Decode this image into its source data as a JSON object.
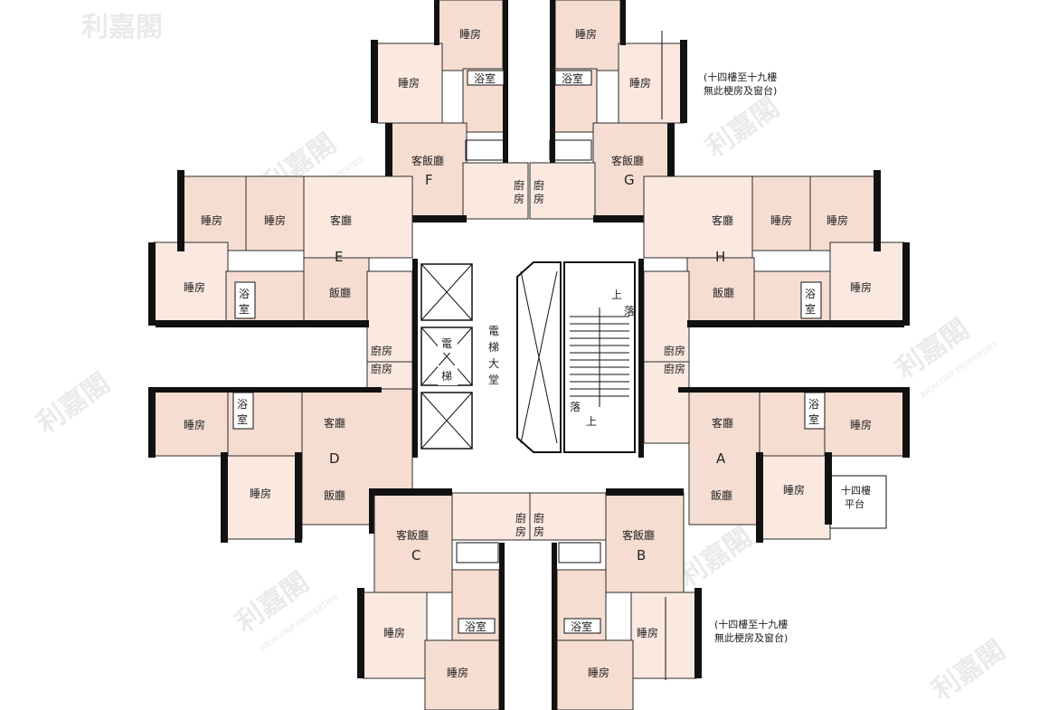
{
  "watermark": {
    "brand": "利嘉閣",
    "sub": "RICACORP PROPERTIES"
  },
  "units": {
    "A": {
      "letter": "A",
      "rooms": [
        "客廳",
        "飯廳",
        "廚房",
        "浴室",
        "睡房",
        "睡房"
      ]
    },
    "B": {
      "letter": "B",
      "rooms": [
        "客飯廳",
        "廚房",
        "浴室",
        "睡房",
        "睡房"
      ]
    },
    "C": {
      "letter": "C",
      "rooms": [
        "客飯廳",
        "廚房",
        "浴室",
        "睡房",
        "睡房"
      ]
    },
    "D": {
      "letter": "D",
      "rooms": [
        "客廳",
        "飯廳",
        "廚房",
        "浴室",
        "睡房",
        "睡房"
      ]
    },
    "E": {
      "letter": "E",
      "rooms": [
        "客廳",
        "飯廳",
        "廚房",
        "浴室",
        "睡房",
        "睡房",
        "睡房"
      ]
    },
    "F": {
      "letter": "F",
      "rooms": [
        "客飯廳",
        "廚房",
        "浴室",
        "睡房",
        "睡房"
      ]
    },
    "G": {
      "letter": "G",
      "rooms": [
        "客飯廳",
        "廚房",
        "浴室",
        "睡房",
        "睡房"
      ]
    },
    "H": {
      "letter": "H",
      "rooms": [
        "客廳",
        "飯廳",
        "廚房",
        "浴室",
        "睡房",
        "睡房",
        "睡房"
      ]
    }
  },
  "labels": {
    "bedroom": "睡房",
    "bathroom": "浴室",
    "bath_top": "浴",
    "bath_bot": "室",
    "living_dining": "客飯廳",
    "living": "客廳",
    "dining": "飯廳",
    "kitchen": "廚房",
    "kitchen_top": "廚",
    "kitchen_bot": "房",
    "up": "上",
    "down": "落"
  },
  "core": {
    "lift_chars": [
      "電",
      "梯"
    ],
    "lobby_chars": [
      "電",
      "梯",
      "大",
      "堂"
    ]
  },
  "notes": {
    "note_top": [
      "(十四樓至十九樓",
      "無此梗房及窗台)"
    ],
    "note_bottom": [
      "(十四樓至十九樓",
      "無此梗房及窗台)"
    ],
    "terrace": [
      "十四樓",
      "平台"
    ]
  },
  "colors": {
    "room": "#f6ddd2",
    "room_light": "#fbe9e0",
    "wall": "#111111"
  }
}
